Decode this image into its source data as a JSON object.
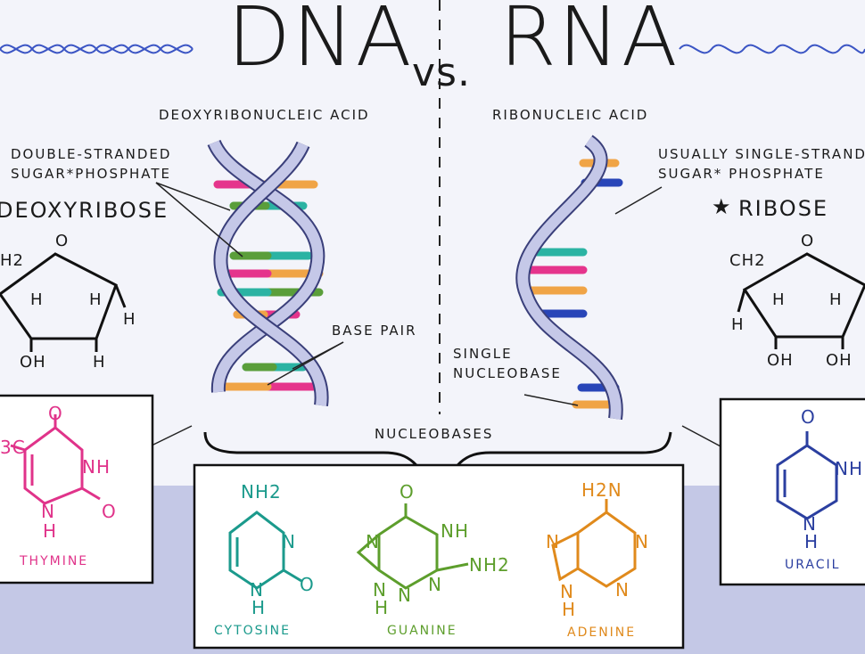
{
  "title": {
    "dna": "DNA",
    "vs": "vs.",
    "rna": "RNA"
  },
  "dna": {
    "full_name": "DEOXYRIBONUCLEIC ACID",
    "backbone_line1": "DOUBLE-STRANDED",
    "backbone_line2": "SUGAR*PHOSPHATE",
    "sugar": "DEOXYRIBOSE",
    "base_pair": "BASE PAIR",
    "sugar_atoms": {
      "o": "O",
      "ch2": "H2",
      "h1": "H",
      "h2": "H",
      "h3": "H",
      "h4": "H",
      "oh": "OH"
    }
  },
  "rna": {
    "full_name": "RIBONUCLEIC ACID",
    "backbone_line1": "USUALLY SINGLE-STRAND",
    "backbone_line2": "SUGAR* PHOSPHATE",
    "sugar_star": "★",
    "sugar": "RIBOSE",
    "single_line1": "SINGLE",
    "single_line2": "NUCLEOBASE",
    "sugar_atoms": {
      "o": "O",
      "ch2": "CH2",
      "h1": "H",
      "h2": "H",
      "h3": "H",
      "oh1": "OH",
      "oh2": "OH"
    }
  },
  "nucleobases": {
    "heading": "NUCLEOBASES",
    "thymine": {
      "name": "THYMINE",
      "o1": "O",
      "o2": "O",
      "nh": "NH",
      "n": "N",
      "h": "H",
      "ch3": "3C"
    },
    "cytosine": {
      "name": "CYTOSINE",
      "nh2": "NH2",
      "n1": "N",
      "n2": "N",
      "o": "O",
      "h": "H"
    },
    "guanine": {
      "name": "GUANINE",
      "o": "O",
      "n1": "N",
      "nh": "NH",
      "nh2": "NH2",
      "n2": "N",
      "n3": "N",
      "n4": "N",
      "h": "H"
    },
    "adenine": {
      "name": "ADENINE",
      "h2n": "H2N",
      "n1": "N",
      "n2": "N",
      "n3": "N",
      "n4": "N",
      "h": "H"
    },
    "uracil": {
      "name": "URACIL",
      "o": "O",
      "nh": "NH",
      "n": "N",
      "h": "H"
    }
  },
  "colors": {
    "pink": "#e5348c",
    "orange": "#f0a446",
    "green": "#5a9e3a",
    "teal": "#2bb3a3",
    "blue": "#2845b8",
    "cytosine": "#1b9a8c",
    "guanine": "#5d9e2c",
    "adenine": "#e08a1c",
    "thymine": "#e0338a",
    "uracil": "#2b3fa0",
    "backbone": "#c5c8e8",
    "lavender": "#c4c8e6"
  }
}
